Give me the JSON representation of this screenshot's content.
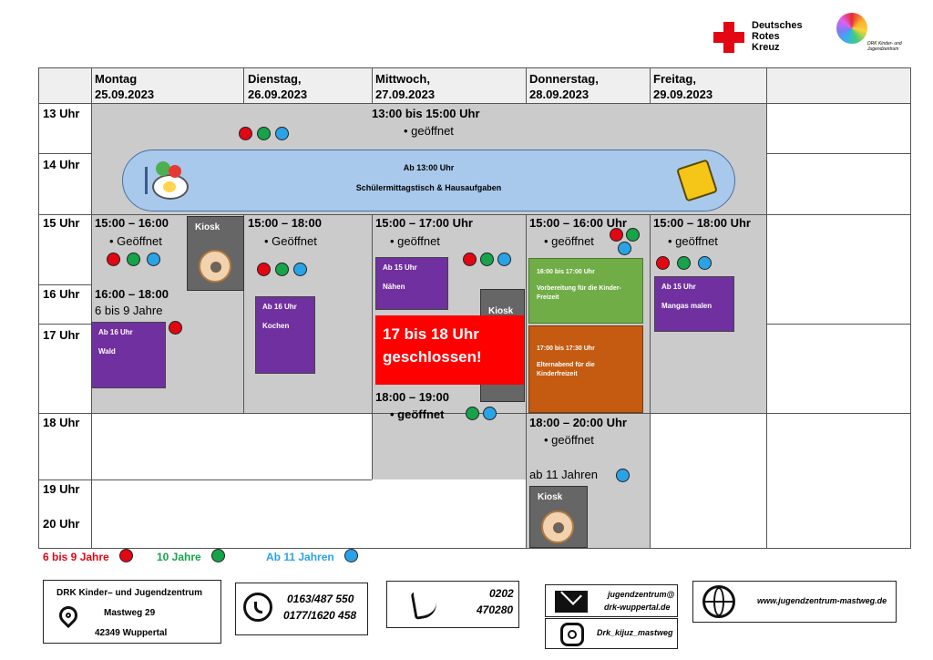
{
  "logos": {
    "drk_line1": "Deutsches",
    "drk_line2": "Rotes",
    "drk_line3": "Kreuz",
    "jz_label1": "DRK Kinder- und",
    "jz_label2": "Jugendzentrum"
  },
  "days": [
    {
      "name": "Montag",
      "date": "25.09.2023"
    },
    {
      "name": "Dienstag,",
      "date": "26.09.2023"
    },
    {
      "name": "Mittwoch,",
      "date": "27.09.2023"
    },
    {
      "name": "Donnerstag,",
      "date": "28.09.2023"
    },
    {
      "name": "Freitag,",
      "date": "29.09.2023"
    }
  ],
  "hours": [
    "13 Uhr",
    "14 Uhr",
    "15 Uhr",
    "16 Uhr",
    "17 Uhr",
    "18 Uhr",
    "19 Uhr",
    "20 Uhr"
  ],
  "top_block": {
    "time": "13:00 bis 15:00 Uhr",
    "status": "geöffnet"
  },
  "lunch_banner": {
    "line1": "Ab 13:00 Uhr",
    "line2": "Schülermittagstisch & Hausaufgaben"
  },
  "monday": {
    "time1": "15:00 – 16:00",
    "status1": "Geöffnet",
    "time2": "16:00 – 18:00",
    "age": "6 bis 9 Jahre",
    "kiosk": "Kiosk",
    "wald": {
      "line1": "Ab 16 Uhr",
      "line2": "Wald"
    }
  },
  "tuesday": {
    "time1": "15:00 – 18:00",
    "status1": "Geöffnet",
    "kochen": {
      "line1": "Ab 16 Uhr",
      "line2": "Kochen"
    }
  },
  "wednesday": {
    "time1": "15:00 – 17:00 Uhr",
    "status1": "geöffnet",
    "naehen": {
      "line1": "Ab 15 Uhr",
      "line2": "Nähen"
    },
    "kiosk": "Kiosk",
    "closed_line1": "17 bis 18 Uhr",
    "closed_line2": "geschlossen!",
    "time2": "18:00 – 19:00",
    "status2": "geöffnet"
  },
  "thursday": {
    "time1": "15:00 – 16:00 Uhr",
    "status1": "geöffnet",
    "green_box": {
      "line1": "16:00 bis 17:00 Uhr",
      "line2": "Vorbereitung für die Kinder-Freizeit"
    },
    "orange_box": {
      "line1": "17:00 bis 17:30 Uhr",
      "line2": "Elternabend für die Kinderfreizeit"
    },
    "time2": "18:00 – 20:00 Uhr",
    "status2": "geöffnet",
    "age": "ab 11 Jahren",
    "kiosk": "Kiosk"
  },
  "friday": {
    "time1": "15:00 – 18:00 Uhr",
    "status1": "geöffnet",
    "mangas": {
      "line1": "Ab 15 Uhr",
      "line2": "Mangas malen"
    }
  },
  "legend": {
    "red": "6 bis 9 Jahre",
    "green": "10 Jahre",
    "blue": "Ab 11 Jahren",
    "colors": {
      "red": "#e30613",
      "green": "#16a34a",
      "blue": "#2aa3e6",
      "purple": "#7030a0",
      "banner": "#a9c9ec"
    }
  },
  "footer": {
    "address": {
      "line1": "DRK Kinder– und Jugendzentrum",
      "line2": "Mastweg 29",
      "line3": "42349 Wuppertal"
    },
    "whatsapp": {
      "line1": "0163/487 550",
      "line2": "0177/1620 458"
    },
    "phone": {
      "line1": "0202",
      "line2": "470280"
    },
    "email": {
      "line1": "jugendzentrum@",
      "line2": "drk-wuppertal.de"
    },
    "instagram": "Drk_kijuz_mastweg",
    "web": "www.jugendzentrum-mastweg.de"
  }
}
